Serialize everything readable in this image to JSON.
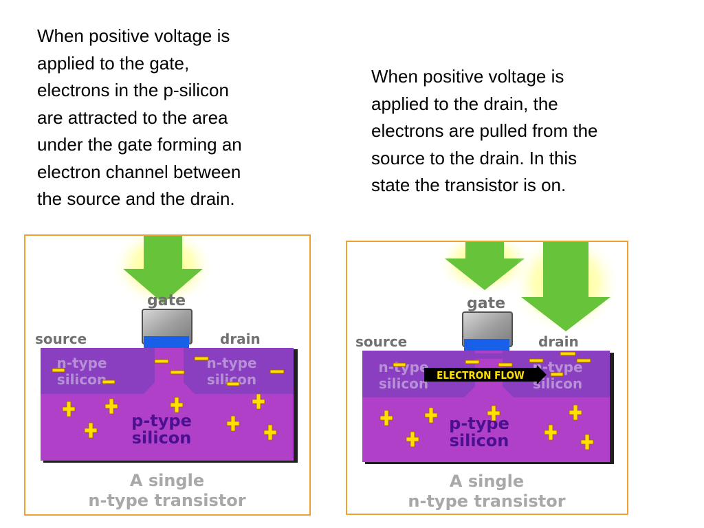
{
  "text": {
    "left": "When positive voltage is\napplied to the gate,\nelectrons in the p-silicon\nare attracted to the area\nunder the gate forming an\nelectron channel between\nthe source and the drain.",
    "right": "When positive voltage is\napplied to the drain, the\nelectrons are pulled from the\nsource to the drain. In this\nstate the transistor is on."
  },
  "panels": {
    "left": {
      "gate": "gate",
      "source": "source",
      "drain": "drain",
      "n_type": "n-type",
      "n_silicon": "silicon",
      "p_type": "p-type",
      "p_silicon": "silicon",
      "caption_line1": "A single",
      "caption_line2": "n-type transistor"
    },
    "right": {
      "gate": "gate",
      "source": "source",
      "drain": "drain",
      "n_type": "n-type",
      "n_silicon": "silicon",
      "p_type": "p-type",
      "p_silicon": "silicon",
      "electron_flow": "ELECTRON FLOW",
      "caption_line1": "A single",
      "caption_line2": "n-type transistor"
    }
  },
  "colors": {
    "panel_border": "#f0a030",
    "arrow": "#66c33a",
    "p_silicon": "#b040c8",
    "n_silicon": "#8a3ec0",
    "charge": "#ffe000"
  }
}
